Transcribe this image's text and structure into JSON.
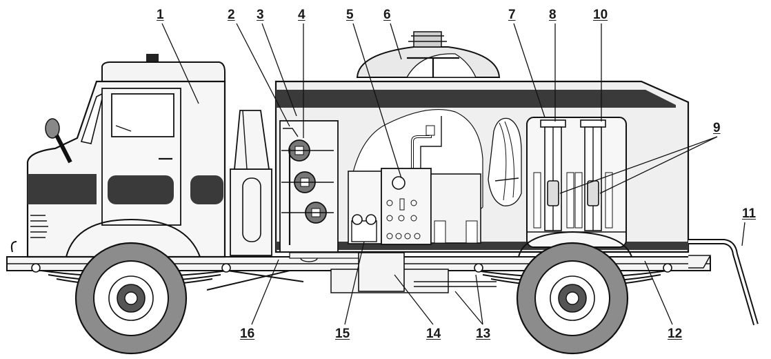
{
  "callouts": [
    {
      "id": "c1",
      "text": "1"
    },
    {
      "id": "c2",
      "text": "2"
    },
    {
      "id": "c3",
      "text": "3"
    },
    {
      "id": "c4",
      "text": "4"
    },
    {
      "id": "c5",
      "text": "5"
    },
    {
      "id": "c6",
      "text": "6"
    },
    {
      "id": "c7",
      "text": "7"
    },
    {
      "id": "c8",
      "text": "8"
    },
    {
      "id": "c10",
      "text": "10"
    },
    {
      "id": "c9",
      "text": "9"
    },
    {
      "id": "c11",
      "text": "11"
    },
    {
      "id": "c12",
      "text": "12"
    },
    {
      "id": "c13",
      "text": "13"
    },
    {
      "id": "c14",
      "text": "14"
    },
    {
      "id": "c15",
      "text": "15"
    },
    {
      "id": "c16",
      "text": "16"
    }
  ],
  "colors": {
    "stroke": "#111111",
    "dark_band": "#3a3a3a",
    "body_light": "#efefef",
    "tyre": "#8c8c8c",
    "hub": "#555555",
    "gauge": "#777777"
  }
}
